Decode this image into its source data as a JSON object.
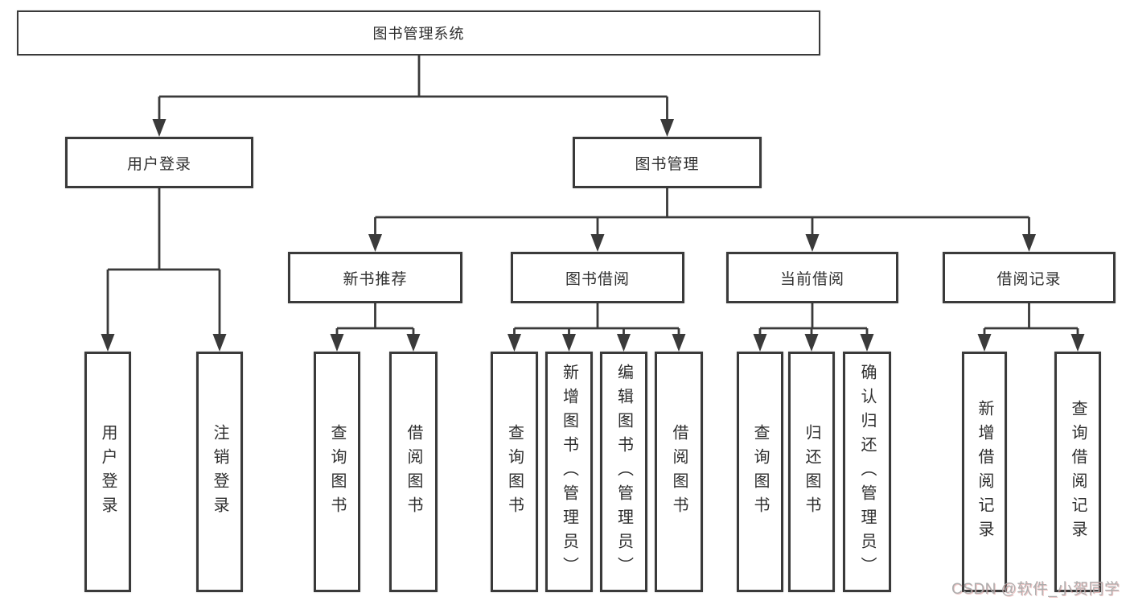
{
  "diagram": {
    "root": {
      "label": "图书管理系统"
    },
    "level2": [
      {
        "label": "用户登录",
        "children": [
          {
            "label": "用户登录"
          },
          {
            "label": "注销登录"
          }
        ]
      },
      {
        "label": "图书管理",
        "children": [
          {
            "label": "新书推荐",
            "children": [
              {
                "label": "查询图书"
              },
              {
                "label": "借阅图书"
              }
            ]
          },
          {
            "label": "图书借阅",
            "children": [
              {
                "label": "查询图书"
              },
              {
                "label": "新增图书（管理员）"
              },
              {
                "label": "编辑图书（管理员）"
              },
              {
                "label": "借阅图书"
              }
            ]
          },
          {
            "label": "当前借阅",
            "children": [
              {
                "label": "查询图书"
              },
              {
                "label": "归还图书"
              },
              {
                "label": "确认归还（管理员）"
              }
            ]
          },
          {
            "label": "借阅记录",
            "children": [
              {
                "label": "新增借阅记录"
              },
              {
                "label": "查询借阅记录"
              }
            ]
          }
        ]
      }
    ]
  },
  "watermark": {
    "text": "CSDN @软件_小贺同学"
  },
  "colors": {
    "background": "#ffffff",
    "line": "#3a3a3a",
    "box_border": "#3a3a3a",
    "text": "#2e2e2e",
    "watermark": "#a8a8a8"
  }
}
